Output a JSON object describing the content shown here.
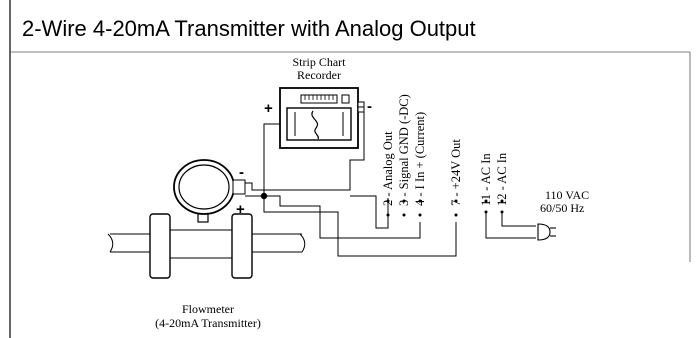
{
  "title": "2-Wire 4-20mA Transmitter with Analog Output",
  "recorder": {
    "label_line1": "Strip Chart",
    "label_line2": "Recorder",
    "plus": "+",
    "minus": "-"
  },
  "transmitter": {
    "plus": "+",
    "minus": "-",
    "label_line1": "Flowmeter",
    "label_line2": "(4-20mA Transmitter)"
  },
  "terminals": [
    {
      "label": "2 - Analog Out"
    },
    {
      "label": "3 - Signal GND (-DC)"
    },
    {
      "label": "4 - I In + (Current)"
    },
    {
      "label": "7 - +24V Out"
    },
    {
      "label": "11 - AC In"
    },
    {
      "label": "12 - AC In"
    }
  ],
  "power": {
    "voltage": "110 VAC",
    "frequency": "60/50 Hz"
  }
}
